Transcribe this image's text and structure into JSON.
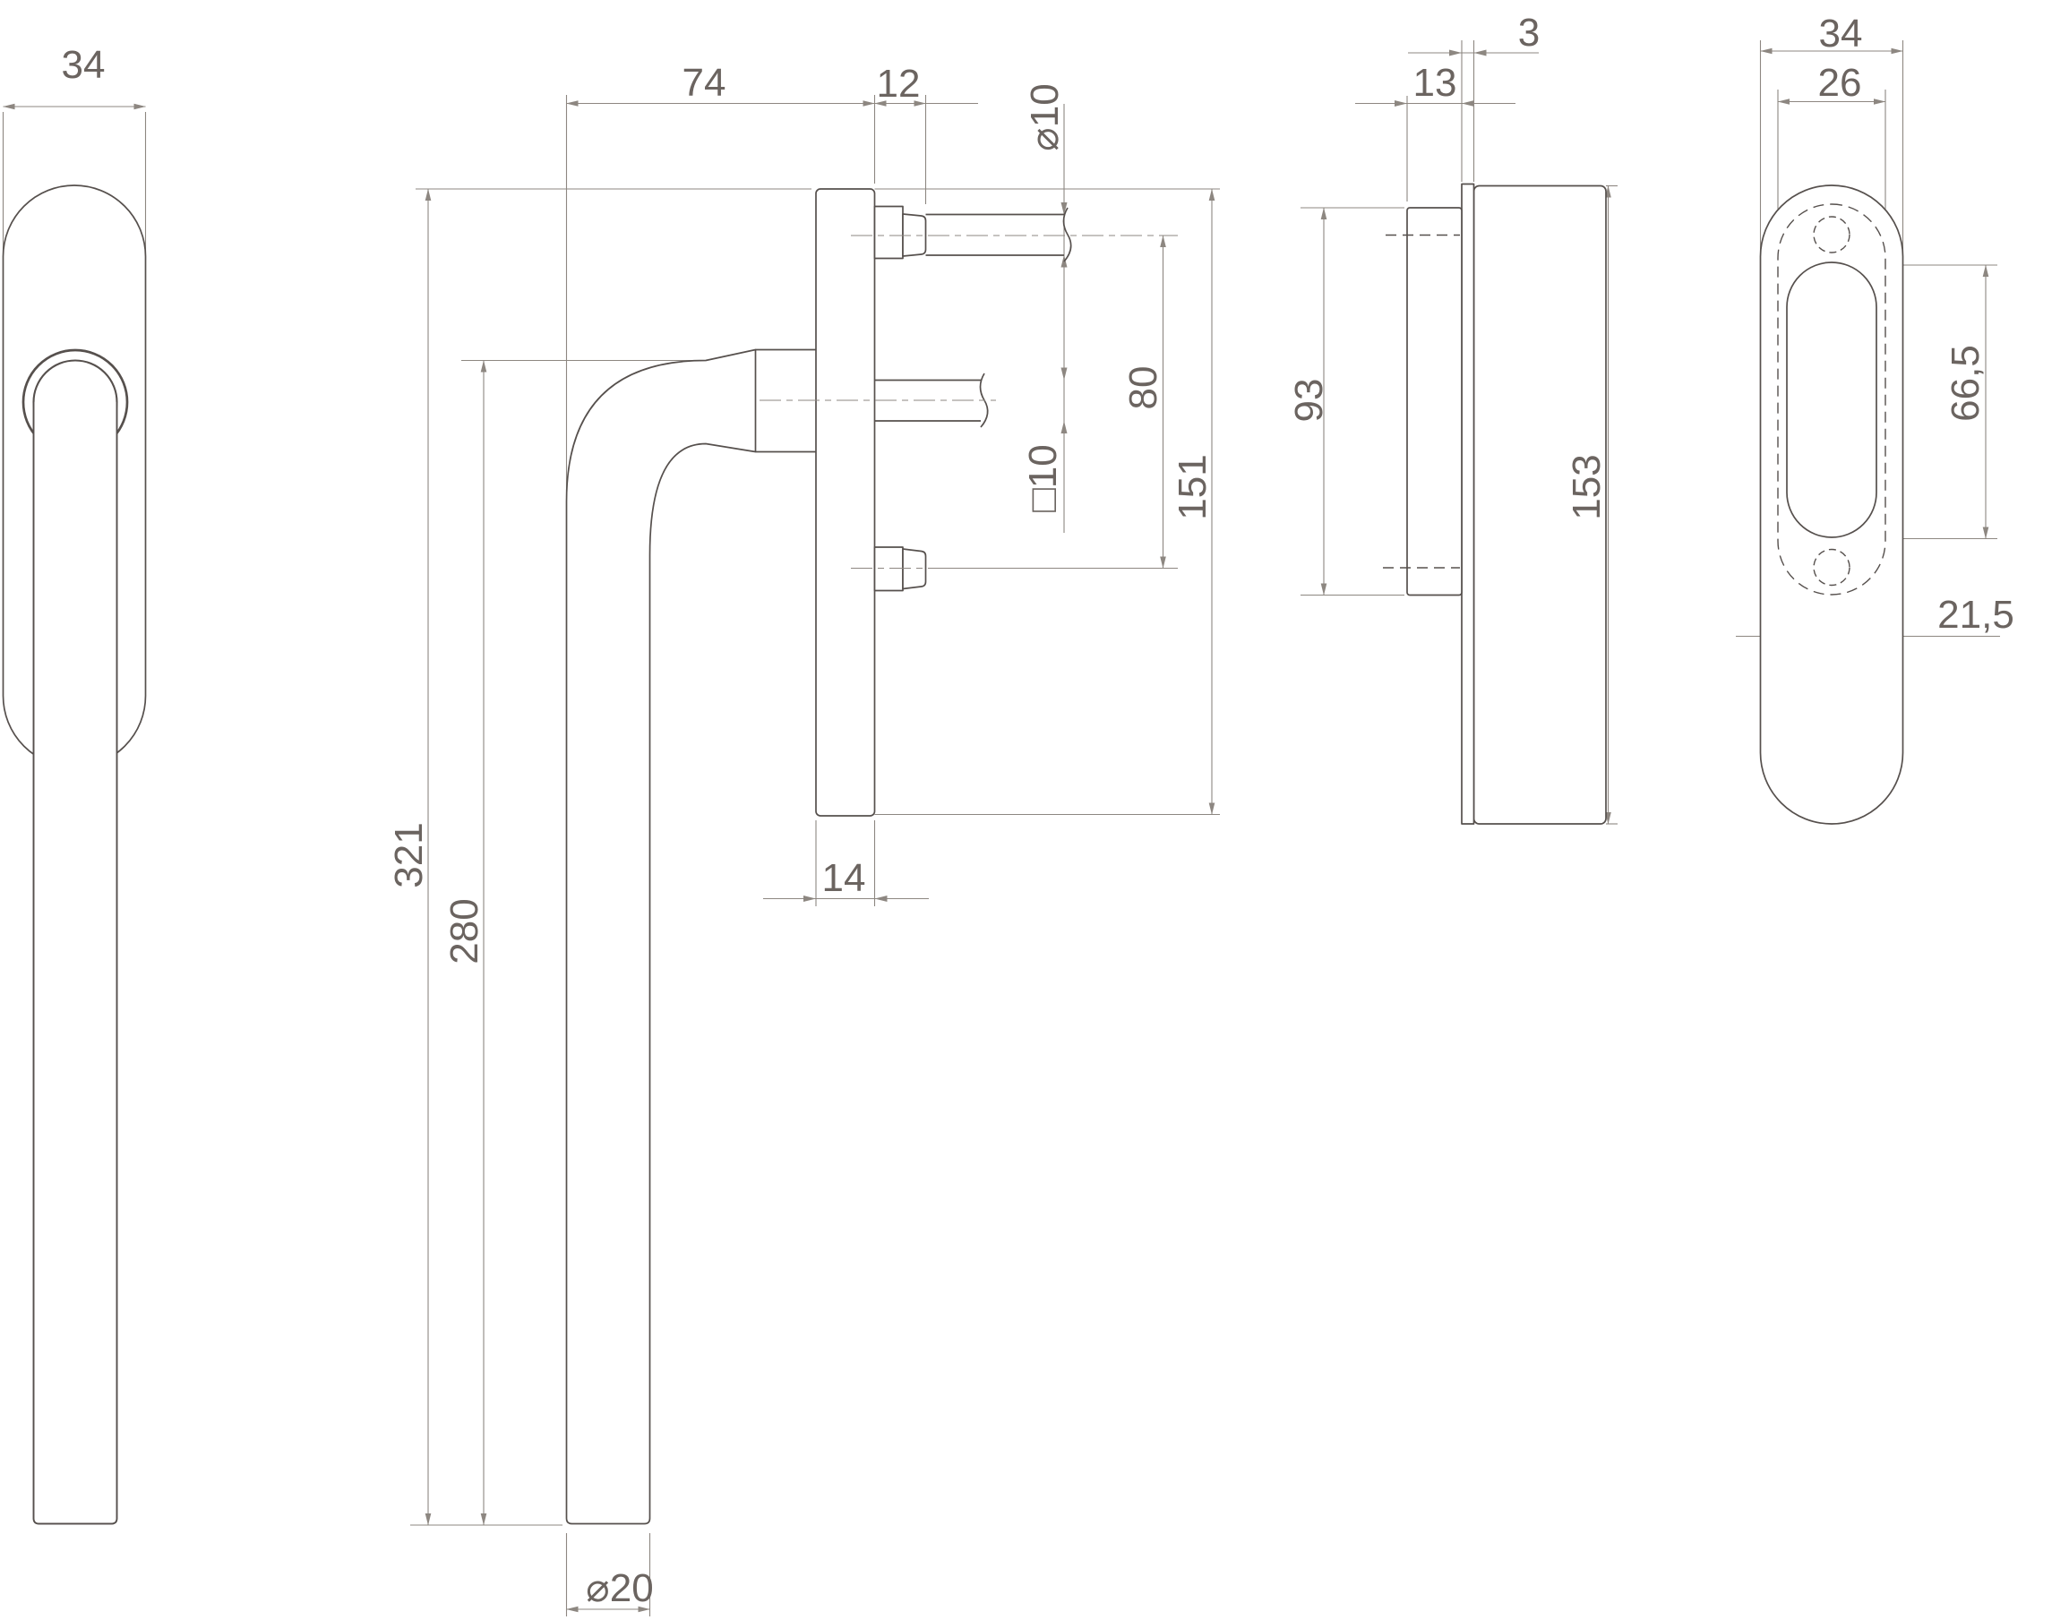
{
  "drawing": {
    "type": "technical-drawing",
    "subject": "window-handle-with-rosette",
    "views": [
      "front-view",
      "side-view",
      "edge-profile-view",
      "rosette-back-view"
    ]
  },
  "colors": {
    "bg": "#ffffff",
    "object": "#56504d",
    "dim": "#8d8781",
    "text": "#6b6460"
  },
  "dims": {
    "front_width": "34",
    "side_reach": "74",
    "side_pin_len": "12",
    "side_screw_dia": "⌀10",
    "side_screw_spacing": "80",
    "side_plate_len": "151",
    "side_total_len": "321",
    "side_grip_len": "280",
    "side_square": "□10",
    "side_plate_depth": "14",
    "side_grip_dia": "⌀20",
    "profile_cover_thk": "3",
    "profile_base_thk": "13",
    "profile_base_len": "93",
    "profile_cover_len": "153",
    "rosette_width": "34",
    "rosette_base_width": "26",
    "rosette_slot_len": "66,5",
    "rosette_slot_width": "21,5"
  }
}
